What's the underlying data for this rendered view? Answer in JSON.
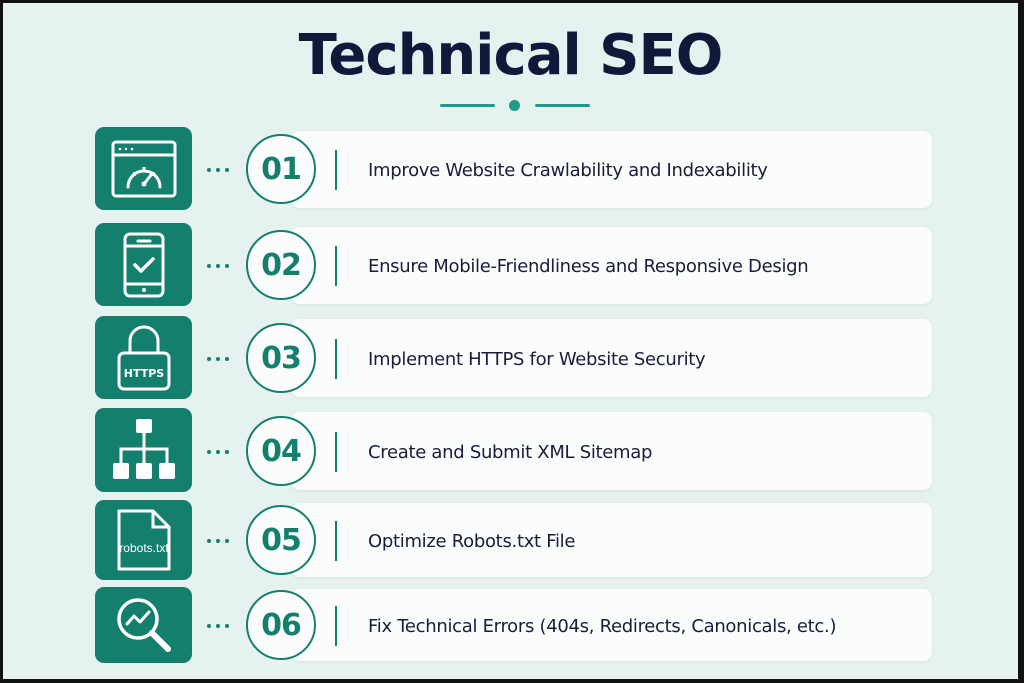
{
  "title": "Technical SEO",
  "accent_color": "#157f6e",
  "title_color": "#0f1a3a",
  "background_color": "#e6f2f0",
  "items": [
    {
      "number": "01",
      "label": "Improve Website Crawlability and Indexability",
      "icon": "speed-gauge-browser-icon"
    },
    {
      "number": "02",
      "label": "Ensure Mobile-Friendliness and Responsive Design",
      "icon": "mobile-check-icon"
    },
    {
      "number": "03",
      "label": "Implement HTTPS for Website Security",
      "icon": "https-lock-icon",
      "icon_text": "HTTPS"
    },
    {
      "number": "04",
      "label": "Create and Submit XML Sitemap",
      "icon": "sitemap-hierarchy-icon"
    },
    {
      "number": "05",
      "label": "Optimize Robots.txt File",
      "icon": "robots-txt-file-icon",
      "icon_text": "robots.txt"
    },
    {
      "number": "06",
      "label": "Fix Technical Errors (404s, Redirects, Canonicals, etc.)",
      "icon": "search-analytics-icon"
    }
  ]
}
